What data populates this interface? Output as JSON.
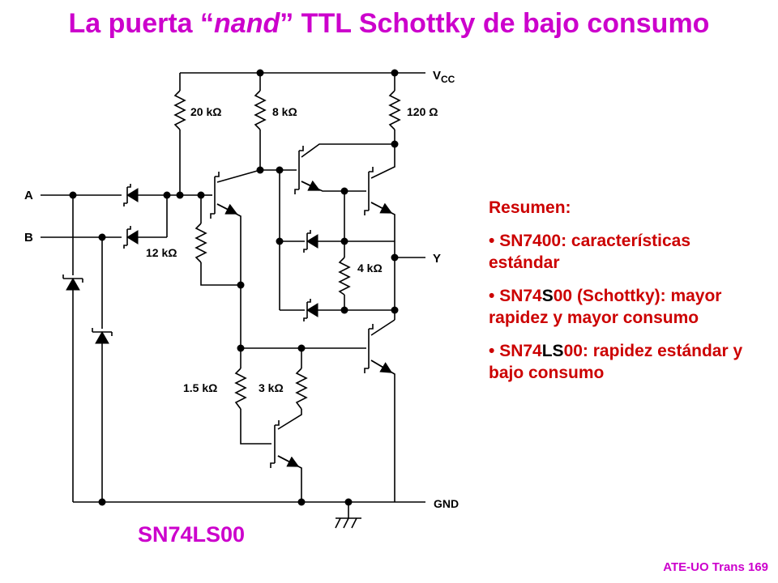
{
  "slide": {
    "title_pre": "La puerta “",
    "title_em": "nand",
    "title_post": "” TTL Schottky de bajo consumo",
    "chip_name": "SN74LS00",
    "footer": "ATE-UO Trans 169"
  },
  "summary": {
    "heading": "Resumen:",
    "items": [
      {
        "bullet": "•",
        "pre": " SN74",
        "hl": "",
        "post": "00: características estándar"
      },
      {
        "bullet": "•",
        "pre": " SN74",
        "hl": "S",
        "post": "00 (Schottky): mayor rapidez y mayor consumo"
      },
      {
        "bullet": "•",
        "pre": " SN74",
        "hl": "LS",
        "post": "00: rapidez estándar y bajo consumo"
      }
    ]
  },
  "colors": {
    "title": "#cc00cc",
    "summary": "#cc0000",
    "highlight": "#000000"
  },
  "schematic": {
    "supply_prefix": "V",
    "supply_sub": "CC",
    "ground": "GND",
    "input_a": "A",
    "input_b": "B",
    "output": "Y",
    "resistors": {
      "r1": "20 kΩ",
      "r2": "8 kΩ",
      "r3": "120 Ω",
      "r4": "12 kΩ",
      "r5": "4 kΩ",
      "r6": "1.5 kΩ",
      "r7": "3 kΩ"
    }
  }
}
